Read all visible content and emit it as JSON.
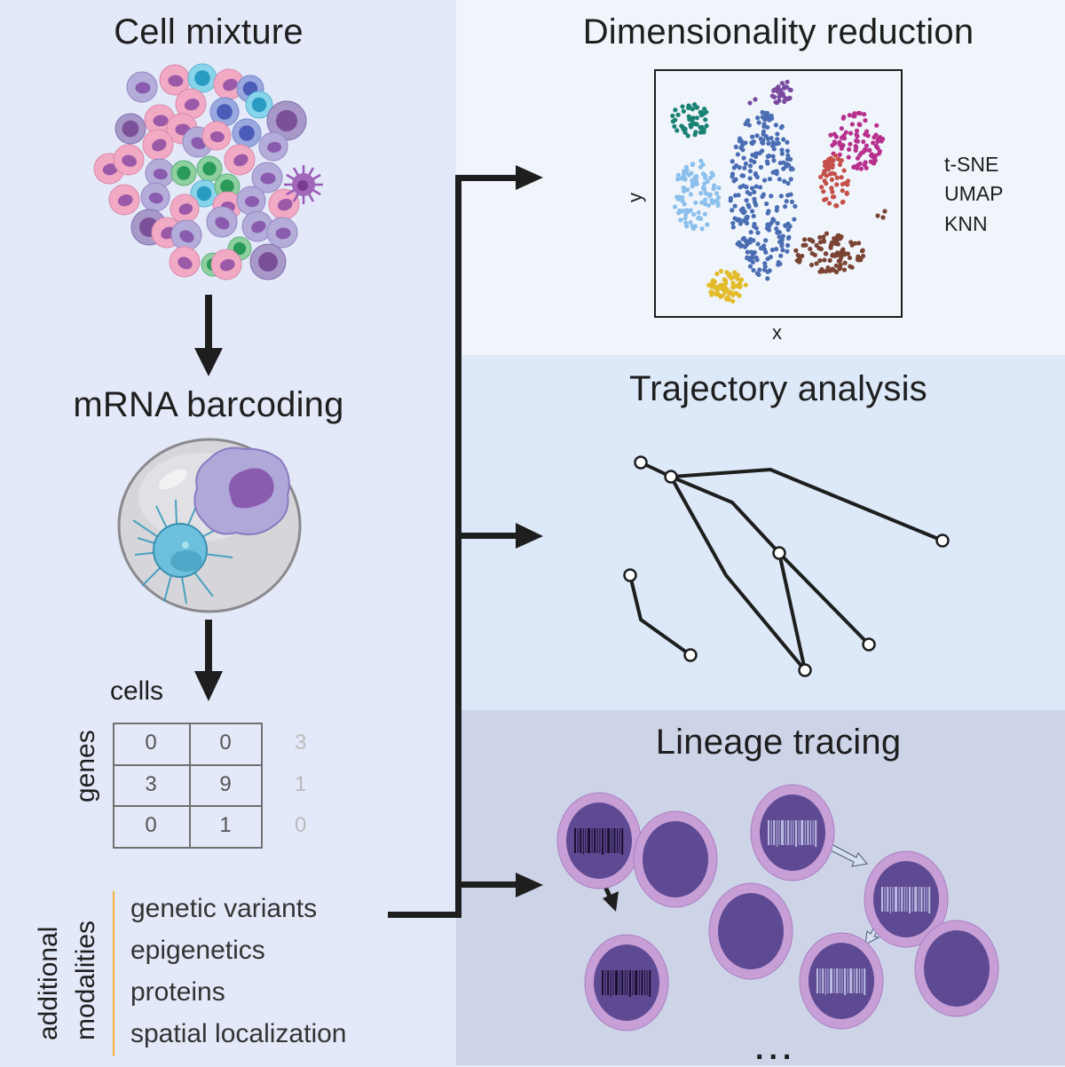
{
  "left": {
    "cell_mixture_title": "Cell mixture",
    "barcoding_title": "mRNA barcoding",
    "matrix": {
      "col_label": "cells",
      "row_label": "genes",
      "rows": [
        [
          "0",
          "0",
          "3"
        ],
        [
          "3",
          "9",
          "1"
        ],
        [
          "0",
          "1",
          "0"
        ]
      ]
    },
    "modalities": {
      "label_line1": "additional",
      "label_line2": "modalities",
      "items": [
        "genetic variants",
        "epigenetics",
        "proteins",
        "spatial localization"
      ]
    }
  },
  "dim_reduction": {
    "title": "Dimensionality reduction",
    "x_label": "x",
    "y_label": "y",
    "methods": [
      "t-SNE",
      "UMAP",
      "KNN"
    ],
    "cluster_colors": {
      "teal": "#1a8274",
      "purple": "#7a4aa0",
      "magenta": "#b8308e",
      "lightblue": "#8cc0ec",
      "blue": "#4a6db3",
      "red": "#c5504a",
      "brown": "#7a4333",
      "yellow": "#e3bb2a"
    }
  },
  "trajectory": {
    "title": "Trajectory analysis"
  },
  "lineage": {
    "title": "Lineage tracing",
    "ellipsis": "..."
  },
  "colors": {
    "arrow": "#1e1e1e",
    "modality_line": "#f0b040",
    "cell_outer": "#c79fd6",
    "cell_inner": "#5e4993"
  }
}
